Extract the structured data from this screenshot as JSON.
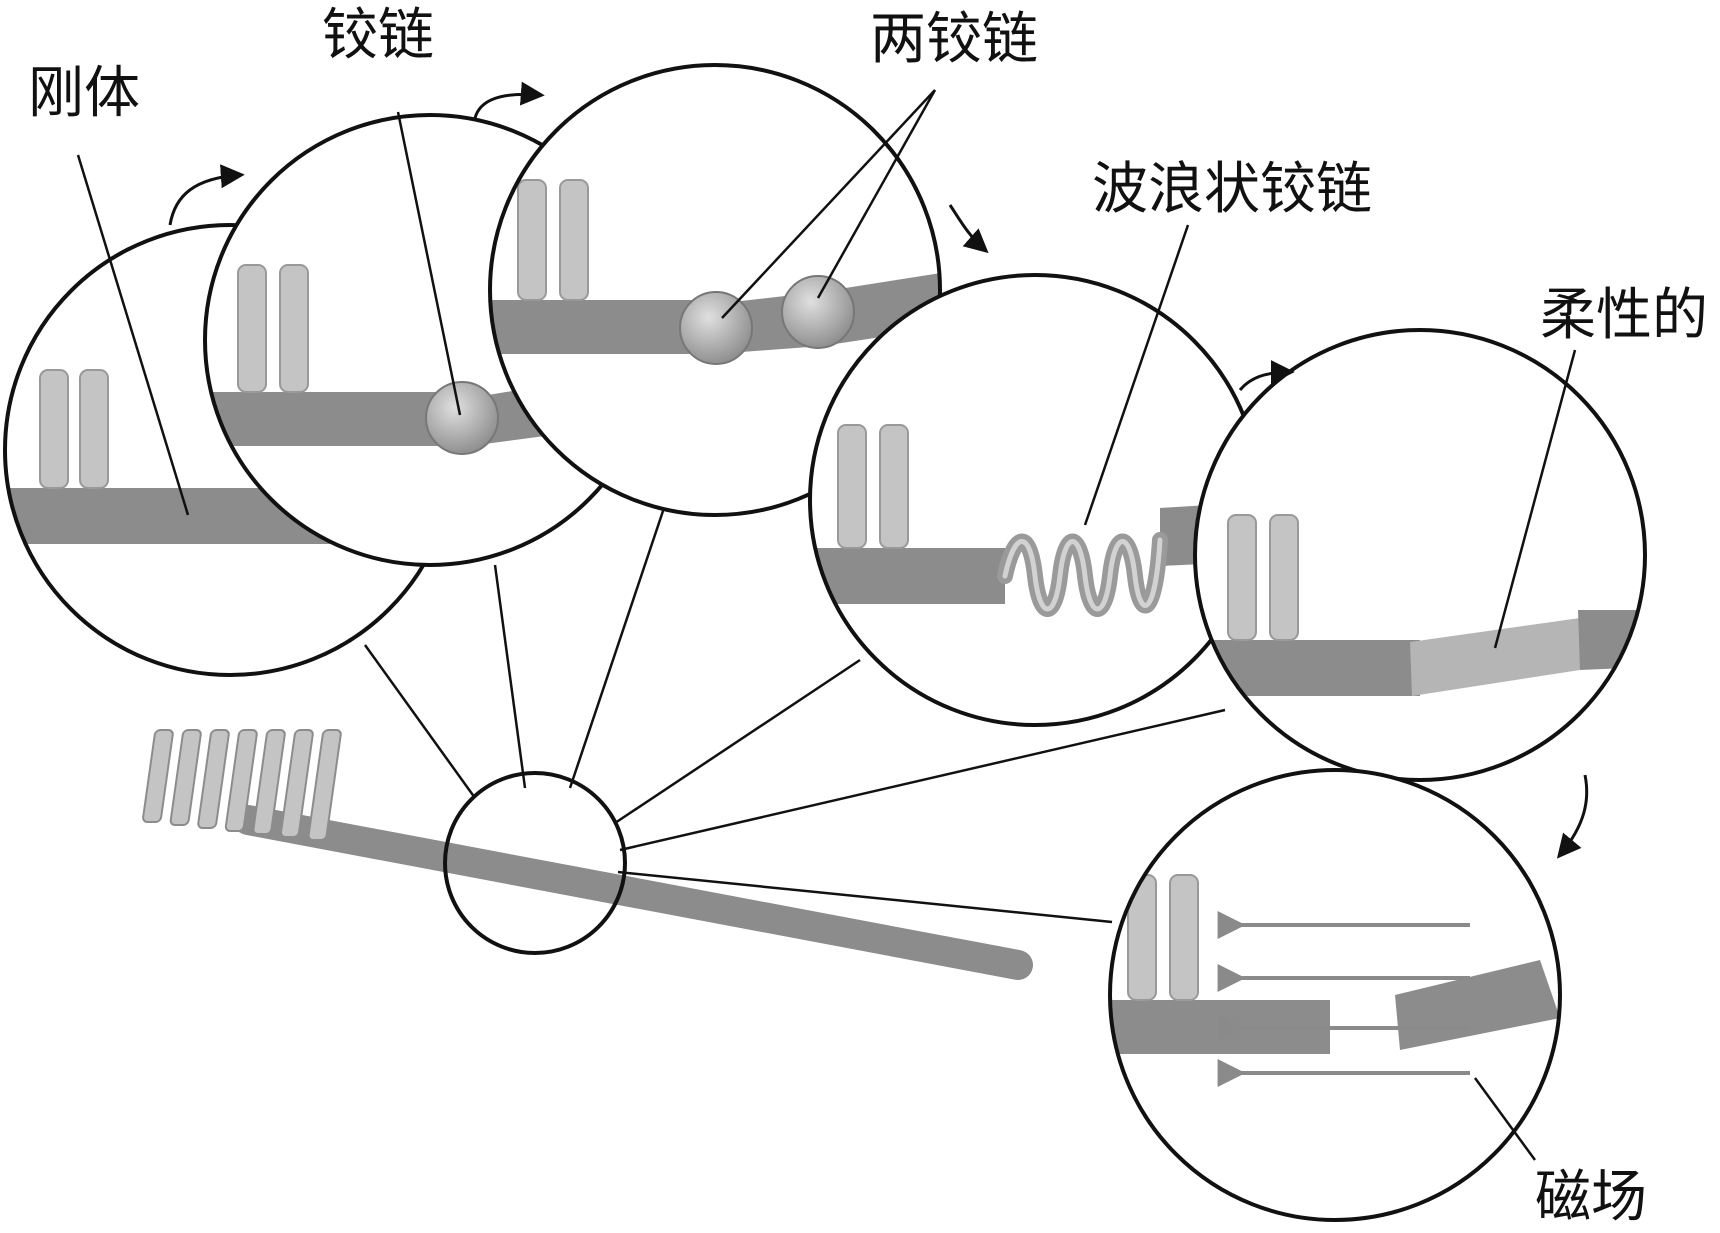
{
  "labels": {
    "rigid_body": "刚体",
    "hinge": "铰链",
    "two_hinges": "两铰链",
    "wavy_hinge": "波浪状铰链",
    "flexible": "柔性的",
    "magnetic_field": "磁场"
  },
  "colors": {
    "handle": "#8c8c8c",
    "bristle": "#c4c4c4",
    "hinge_ball": "#a8a8a8",
    "outline": "#111111",
    "spring": "#9a9a9a",
    "flex_section": "#b5b5b5"
  },
  "icons": [
    "curved-arrow-icon",
    "toothbrush-icon",
    "magnet-field-arrow-icon"
  ]
}
